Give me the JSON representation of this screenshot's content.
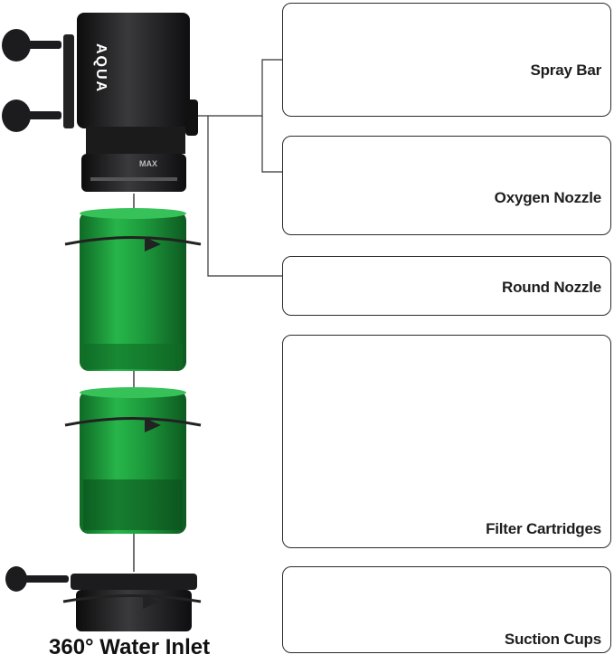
{
  "brand": {
    "logo_text": "AQUA"
  },
  "pump": {
    "max_marking": "MAX"
  },
  "panels": {
    "spray_bar": {
      "label": "Spray Bar"
    },
    "oxygen_nozzle": {
      "label": "Oxygen Nozzle"
    },
    "round_nozzle": {
      "label": "Round Nozzle"
    },
    "filter_cartridges": {
      "label": "Filter Cartridges"
    },
    "suction_cups": {
      "label": "Suction Cups"
    }
  },
  "caption": {
    "water_inlet": "360° Water Inlet"
  },
  "colors": {
    "part_black": "#1c1c1e",
    "cartridge_green": "#1fa33c",
    "sponge_blue": "#2f6fe0",
    "sponge_black": "#2a2a2a",
    "sponge_yellow": "#f2e02a",
    "ceramic_rings": "#c9896f"
  }
}
